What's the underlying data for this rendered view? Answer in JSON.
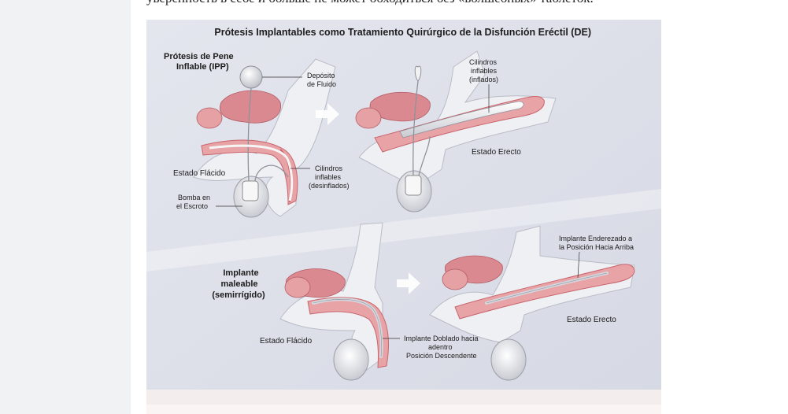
{
  "intro": {
    "text": "уверенность в себе и больше не может обходиться без «волшебных» таблеток."
  },
  "figure": {
    "title": "Prótesis Implantables como Tratamiento Quirúrgico de la Disfunción Eréctil (DE)",
    "ipp_heading_line1": "Prótesis de Pene",
    "ipp_heading_line2": "Inflable (IPP)",
    "reservoir_line1": "Depósito",
    "reservoir_line2": "de Fluido",
    "flaccid_state_top": "Estado Flácido",
    "deflated_line1": "Cilindros",
    "deflated_line2": "inflables",
    "deflated_line3": "(desinflados)",
    "pump_line1": "Bomba en",
    "pump_line2": "el Escroto",
    "inflated_line1": "Cilindros",
    "inflated_line2": "inflables",
    "inflated_line3": "(inflados)",
    "erect_state_top": "Estado Erecto",
    "malleable_line1": "Implante",
    "malleable_line2": "maleable",
    "malleable_line3": "(semirrígido)",
    "flaccid_state_bottom": "Estado Flácido",
    "bent_line1": "Implante Doblado hacia",
    "bent_line2": "adentro",
    "bent_line3": "Posición Descendente",
    "straight_line1": "Implante Enderezado a",
    "straight_line2": "la Posición Hacia Arriba",
    "erect_state_bottom": "Estado Erecto"
  },
  "colors": {
    "figure_bg": "#dfe1ea",
    "tissue_pink": "#e8a3a6",
    "tissue_dark": "#c9646c",
    "tissue_light": "#f3d3d4",
    "device_white": "#f4f4f4",
    "arrow": "#ffffff"
  }
}
